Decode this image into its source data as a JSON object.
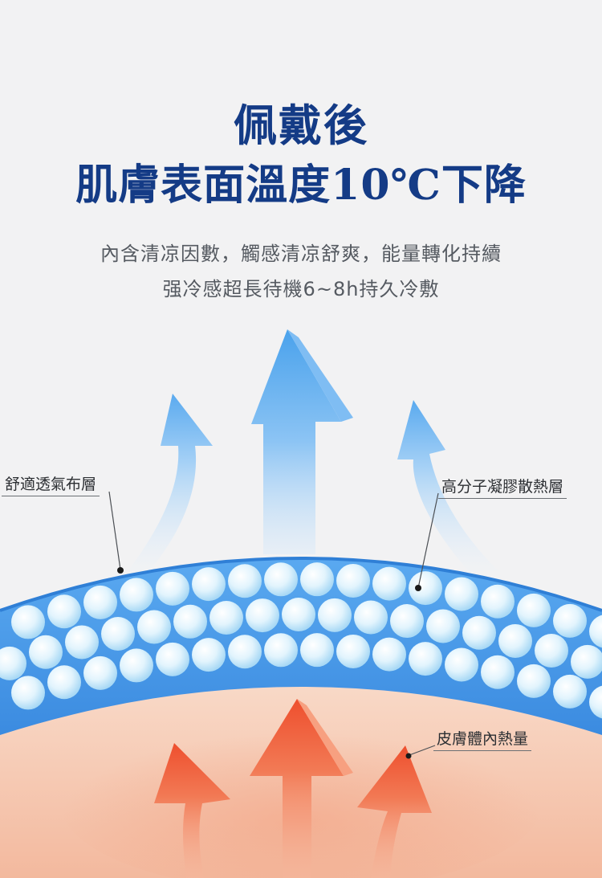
{
  "heading": {
    "line1": "佩戴後",
    "line2": "肌膚表面溫度10℃下降"
  },
  "description": {
    "line1": "內含清凉因數，觸感清凉舒爽，能量轉化持續",
    "line2": "强冷感超長待機6~8h持久冷敷"
  },
  "callouts": {
    "fabric_layer": "舒適透氣布層",
    "polymer_layer": "高分子凝膠散熱層",
    "skin_heat": "皮膚體內熱量"
  },
  "colors": {
    "title": "#143b86",
    "cool_arrow": "#4aa2ec",
    "warm_arrow": "#f0583a",
    "gel_band": "#3d8fe6",
    "skin": "#f7cdb5"
  }
}
